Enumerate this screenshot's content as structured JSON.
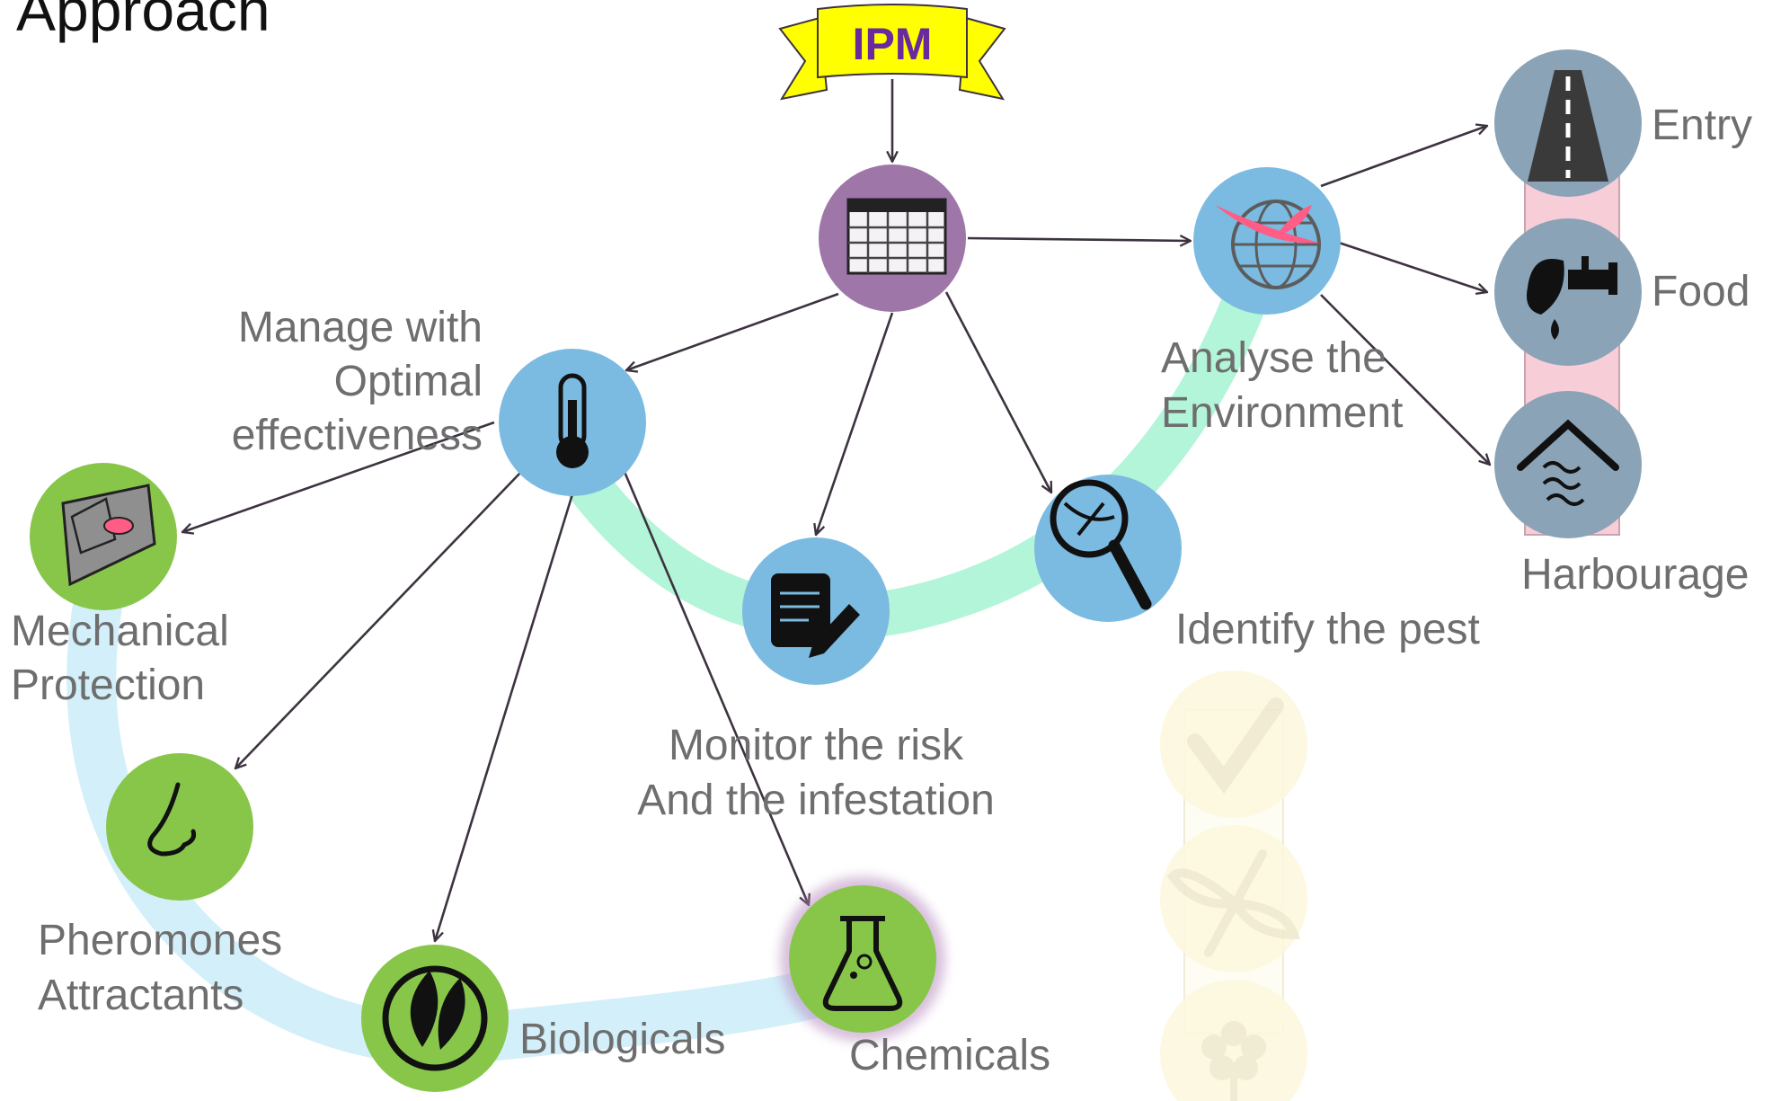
{
  "title": "Approach",
  "banner": "IPM",
  "labels": {
    "manage": [
      "Manage with",
      "Optimal",
      "effectiveness"
    ],
    "analyse": [
      "Analyse the",
      "Environment"
    ],
    "identify": [
      "Identify the pest"
    ],
    "monitor": [
      "Monitor the risk",
      "And the infestation"
    ],
    "mechanical": [
      "Mechanical",
      "Protection"
    ],
    "pheromones": [
      "Pheromones",
      "Attractants"
    ],
    "biologicals": [
      "Biologicals"
    ],
    "chemicals": [
      "Chemicals"
    ],
    "entry": [
      "Entry"
    ],
    "food": [
      "Food"
    ],
    "harbourage": [
      "Harbourage"
    ]
  },
  "nodes": [
    {
      "id": "plan",
      "icon": "calendar-icon",
      "color": "#9e76a8"
    },
    {
      "id": "manage",
      "icon": "thermometer-icon",
      "color": "#7bbbe1"
    },
    {
      "id": "monitor",
      "icon": "document-pencil-icon",
      "color": "#7bbbe1"
    },
    {
      "id": "identify",
      "icon": "magnifier-insect-icon",
      "color": "#7bbbe1"
    },
    {
      "id": "analyse",
      "icon": "globe-insect-icon",
      "color": "#7bbbe1"
    },
    {
      "id": "entry",
      "icon": "road-icon",
      "color": "#8aa3b7"
    },
    {
      "id": "food",
      "icon": "food-tap-icon",
      "color": "#8aa3b7"
    },
    {
      "id": "harbourage",
      "icon": "house-icon",
      "color": "#8aa3b7"
    },
    {
      "id": "mechanical",
      "icon": "mesh-screen-icon",
      "color": "#88c64a"
    },
    {
      "id": "pheromones",
      "icon": "nose-icon",
      "color": "#88c64a"
    },
    {
      "id": "biologicals",
      "icon": "leaf-icon",
      "color": "#88c64a"
    },
    {
      "id": "chemicals",
      "icon": "flask-icon",
      "color": "#88c64a"
    },
    {
      "id": "faded-check",
      "icon": "checkmark-icon",
      "color": "#fdf8de"
    },
    {
      "id": "faded-insect",
      "icon": "insect-icon",
      "color": "#fdf8de"
    },
    {
      "id": "faded-flower",
      "icon": "flower-icon",
      "color": "#fdf8de"
    }
  ],
  "colors": {
    "assessment_band": "#b3f5d8",
    "treatment_band": "#d3effa",
    "risk_band": "#f7cdd8",
    "banner_fill": "#ffff00",
    "arrow": "#3d3340"
  }
}
